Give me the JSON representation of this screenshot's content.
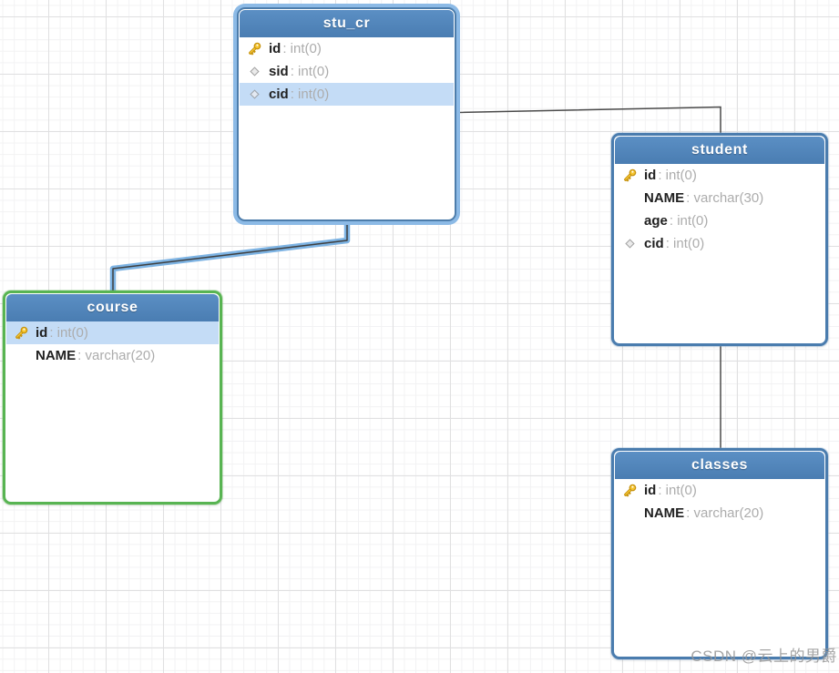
{
  "diagram": {
    "watermark": "CSDN @云上的男爵",
    "colors": {
      "header_blue": "#4d81b6",
      "table_border_blue": "#4a7cae",
      "selected_table_glow": "#8cbae6",
      "course_border_green": "#58b452",
      "row_highlight": "#c4dcf6",
      "field_name_text": "#212121",
      "field_type_text": "#acacac",
      "connector": "#4a4a4a",
      "connector_selected_glow": "#7db3e3",
      "grid_major": "#e0e0e1",
      "grid_minor": "#f2f2f3"
    }
  },
  "tables": [
    {
      "name": "stu_cr",
      "accent": "selected-blue",
      "fields": [
        {
          "icon": "primary-key",
          "label": "id",
          "type_label": ": int(0)",
          "highlight": false
        },
        {
          "icon": "index-diamond",
          "label": "sid",
          "type_label": ": int(0)",
          "highlight": false
        },
        {
          "icon": "index-diamond",
          "label": "cid",
          "type_label": ": int(0)",
          "highlight": true
        }
      ]
    },
    {
      "name": "student",
      "accent": "blue",
      "fields": [
        {
          "icon": "primary-key",
          "label": "id",
          "type_label": ": int(0)",
          "highlight": false
        },
        {
          "icon": "none",
          "label": "NAME",
          "type_label": ": varchar(30)",
          "highlight": false
        },
        {
          "icon": "none",
          "label": "age",
          "type_label": ": int(0)",
          "highlight": false
        },
        {
          "icon": "index-diamond",
          "label": "cid",
          "type_label": ": int(0)",
          "highlight": false
        }
      ]
    },
    {
      "name": "course",
      "accent": "green",
      "fields": [
        {
          "icon": "primary-key",
          "label": "id",
          "type_label": ": int(0)",
          "highlight": true
        },
        {
          "icon": "none",
          "label": "NAME",
          "type_label": ": varchar(20)",
          "highlight": false
        }
      ]
    },
    {
      "name": "classes",
      "accent": "blue",
      "fields": [
        {
          "icon": "primary-key",
          "label": "id",
          "type_label": ": int(0)",
          "highlight": false
        },
        {
          "icon": "none",
          "label": "NAME",
          "type_label": ": varchar(20)",
          "highlight": false
        }
      ]
    }
  ],
  "connections": [
    {
      "from": "stu_cr",
      "to": "student",
      "selected": false
    },
    {
      "from": "stu_cr",
      "to": "course",
      "selected": true
    },
    {
      "from": "student",
      "to": "classes",
      "selected": false
    }
  ]
}
